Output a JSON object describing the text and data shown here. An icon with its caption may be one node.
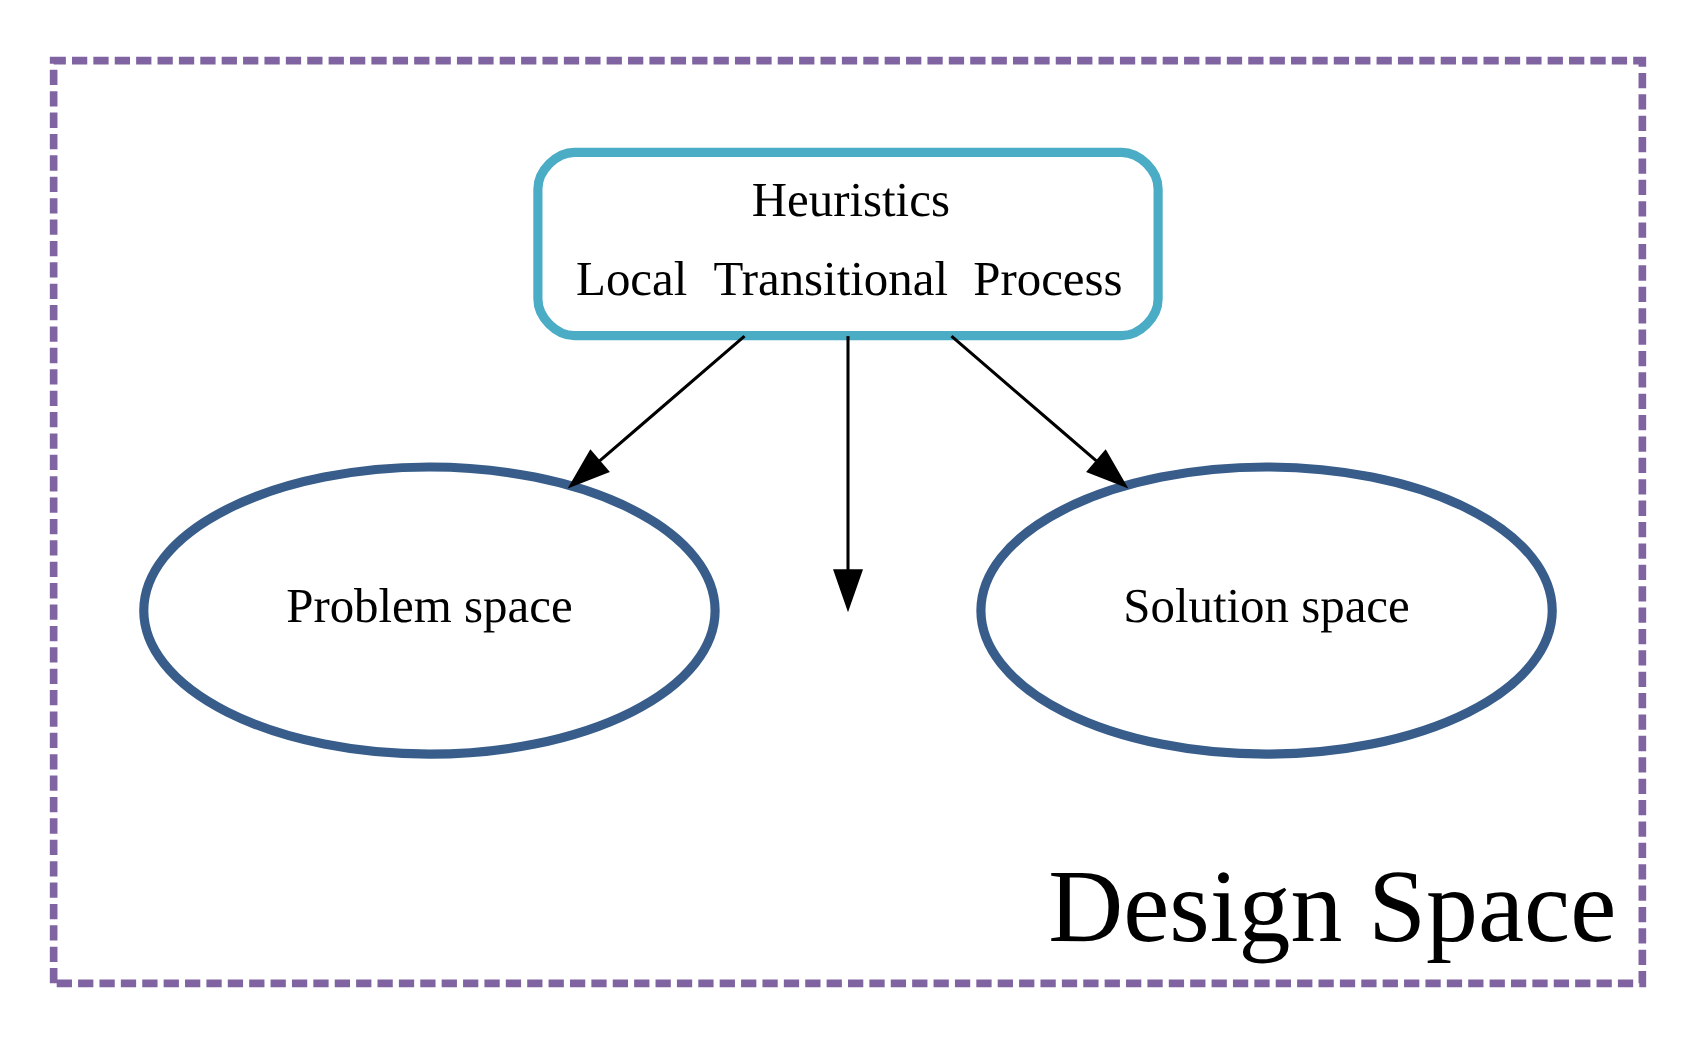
{
  "diagram": {
    "nodes": [
      {
        "text": [
          "Design Space"
        ]
      },
      {
        "text": [
          "Heuristics",
          "Local",
          "Transitional",
          "Process"
        ],
        "in": 0
      },
      {
        "text": [
          "Problem space"
        ],
        "in": 0
      },
      {
        "text": [
          "Solution space"
        ],
        "in": 0
      }
    ],
    "edges": [
      {
        "from": 1,
        "to": 2,
        "arrow": "to"
      },
      {
        "from": 1,
        "to": null,
        "arrow": "to"
      },
      {
        "from": 1,
        "to": 3,
        "arrow": "to"
      }
    ]
  }
}
